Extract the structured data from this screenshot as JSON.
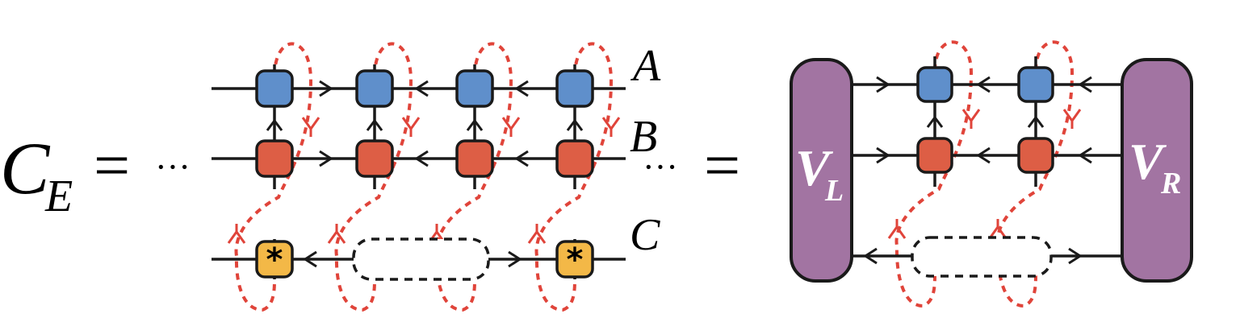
{
  "equation": {
    "lhs_symbol": "C",
    "lhs_subscript": "E",
    "equals": "=",
    "ellipsis": "···"
  },
  "row_labels": {
    "a": "A",
    "b": "B",
    "c": "C"
  },
  "boundary_left": {
    "symbol": "V",
    "subscript": "L"
  },
  "boundary_right": {
    "symbol": "V",
    "subscript": "R"
  },
  "star": "*",
  "colors": {
    "line": "#1a1a1a",
    "blue_tensor": "#5f8fcb",
    "red_tensor": "#dd5e45",
    "yellow_tensor": "#f3b847",
    "purple_block": "#a274a2",
    "dashed_loop": "#e0443a",
    "label_text": "#000000",
    "boundary_text": "#ffffff"
  }
}
